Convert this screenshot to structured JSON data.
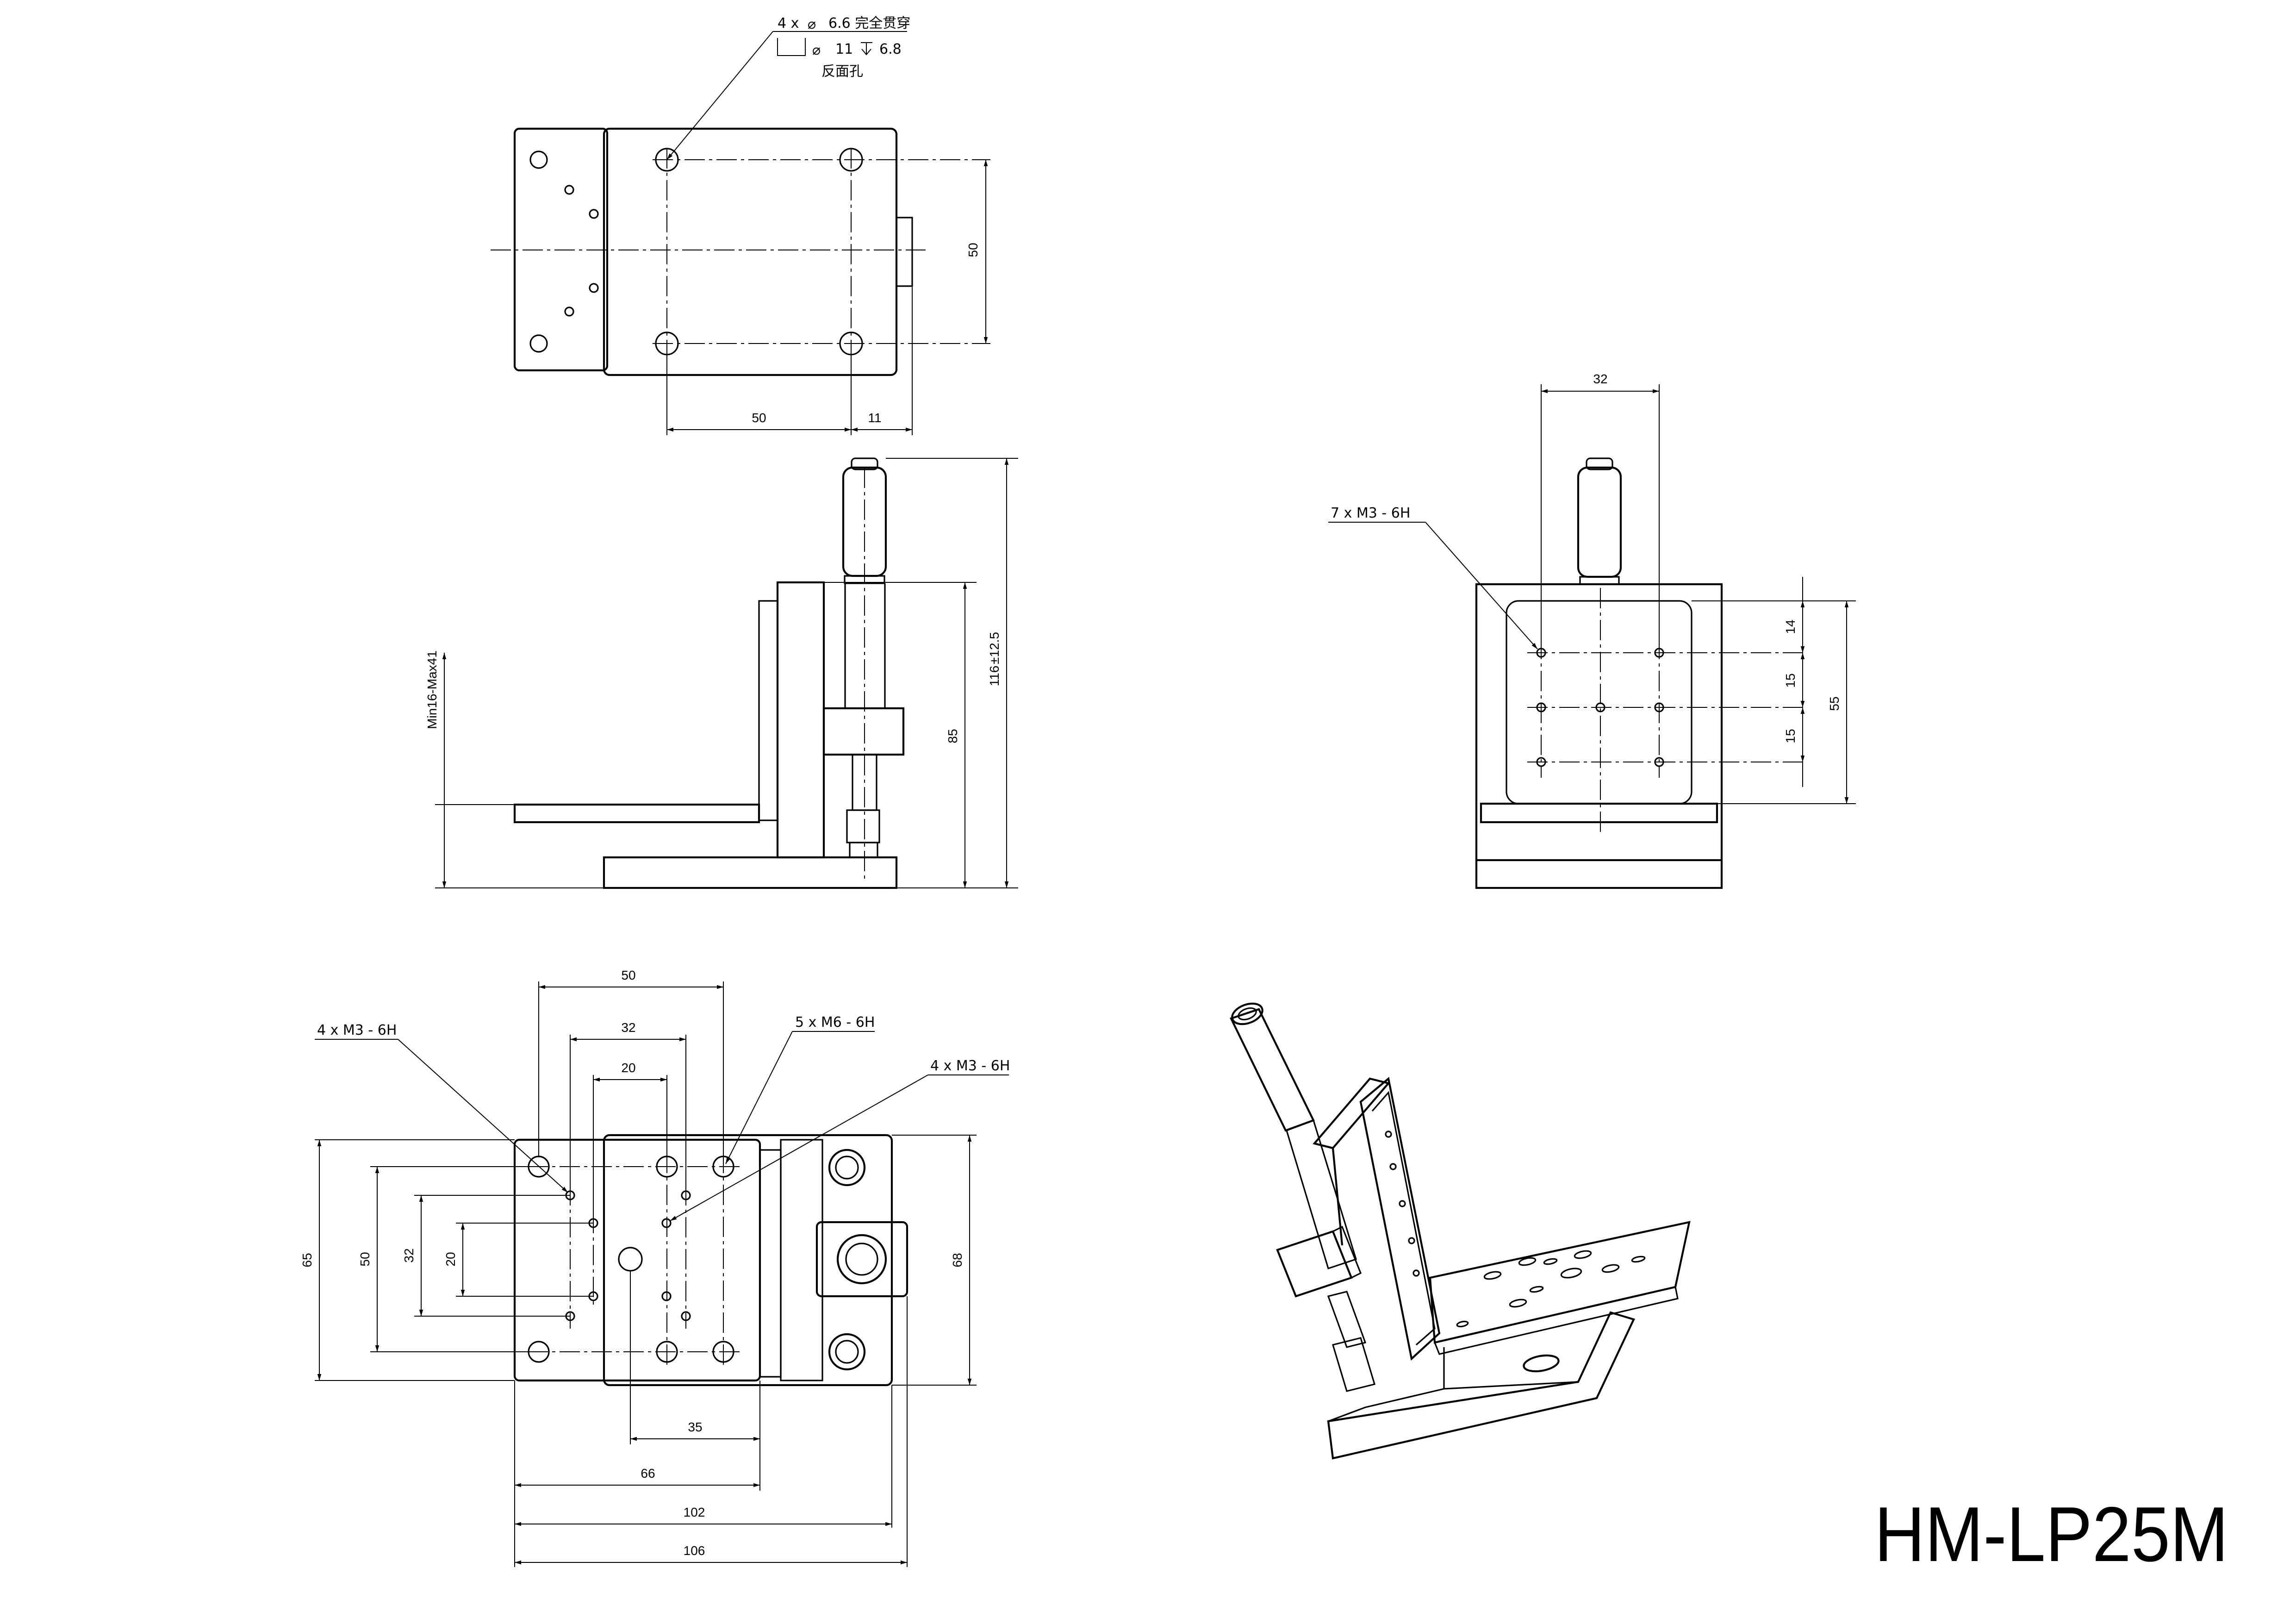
{
  "model": "HM-LP25M",
  "top_view": {
    "callout": [
      "4 x",
      "6.6 完全贯穿",
      "11",
      "6.8",
      "反面孔"
    ],
    "dims": {
      "width_50": "50",
      "offset_11": "11",
      "height_50": "50"
    }
  },
  "side_view": {
    "dims": {
      "range": "Min16-Max41",
      "h85": "85",
      "h116": "116",
      "tol": "±12.5"
    }
  },
  "front_view": {
    "callout": "7 x  M3 - 6H",
    "dims": {
      "w32": "32",
      "p14": "14",
      "p15a": "15",
      "p15b": "15",
      "h55": "55"
    }
  },
  "bottom_view": {
    "callouts": {
      "left": "4 x  M3 - 6H",
      "mid": "5 x  M6 - 6H",
      "right": "4 x  M3 - 6H"
    },
    "dims": {
      "w50": "50",
      "w32": "32",
      "w20": "20",
      "h65": "65",
      "h50": "50",
      "h32": "32",
      "h20": "20",
      "h68": "68",
      "w35": "35",
      "w66": "66",
      "w102": "102",
      "w106": "106"
    }
  }
}
